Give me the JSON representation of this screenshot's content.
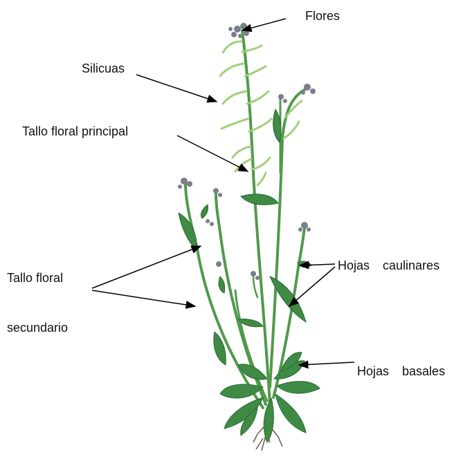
{
  "labels": {
    "flores": "Flores",
    "silicuas": "Silicuas",
    "tallo_principal": "Tallo floral principal",
    "tallo_secundario_line1": "Tallo floral",
    "tallo_secundario_line2": "secundario",
    "hojas_caulinares": "Hojas caulinares",
    "hojas_basales": "Hojas basales"
  },
  "colors": {
    "stem": "#4f9a4a",
    "leaf": "#3f8a44",
    "leaf_dark": "#2c6b34",
    "silique": "#9fd07a",
    "flower": "#7b7f8c",
    "root": "#6b5a4a",
    "arrow": "#000000"
  }
}
